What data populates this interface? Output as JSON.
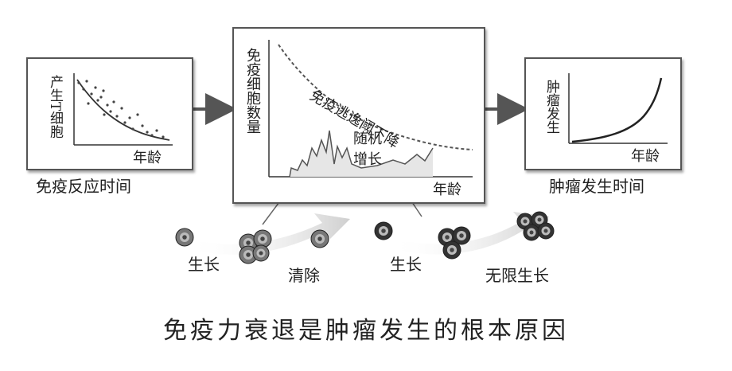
{
  "left_panel": {
    "y_label": "产生T细胞",
    "x_label": "年龄",
    "caption": "免疫反应时间"
  },
  "center_panel": {
    "y_label": "免疫细胞数量",
    "curve_label": "免疫逃逸阈下降",
    "random_label_line1": "随机",
    "random_label_line2": "增长",
    "x_label": "年龄"
  },
  "right_panel": {
    "y_label": "肿瘤发生",
    "x_label": "年龄",
    "caption": "肿瘤发生时间"
  },
  "cells": {
    "grow_1": "生长",
    "clear": "清除",
    "grow_2": "生长",
    "unlimited": "无限生长"
  },
  "main_caption": "免疫力衰退是肿瘤发生的根本原因",
  "colors": {
    "cell_ring": "#444444",
    "cell_inner": "#bbbbbb",
    "arrow": "#555555"
  }
}
